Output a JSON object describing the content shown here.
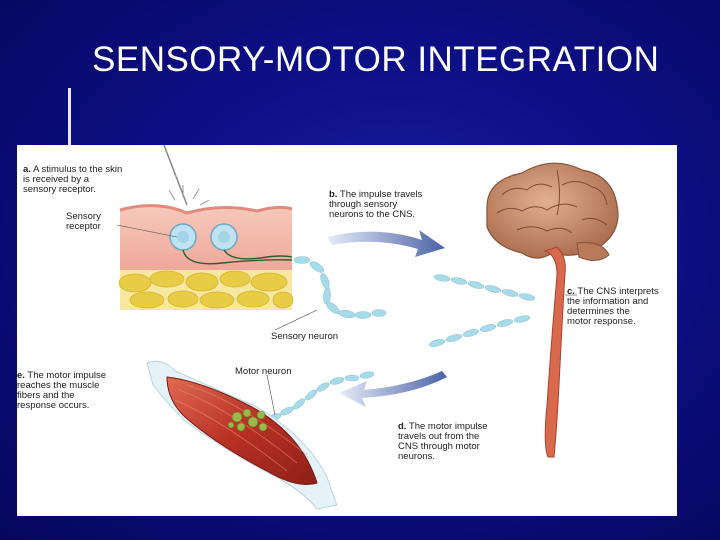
{
  "slide": {
    "title": "SENSORY-MOTOR INTEGRATION"
  },
  "diagram": {
    "step_a": {
      "letter": "a.",
      "text": "A stimulus to the skin\nis received by a\nsensory receptor."
    },
    "sensory_receptor_label": "Sensory\nreceptor",
    "step_b": {
      "letter": "b.",
      "text": "The impulse travels\nthrough sensory\nneurons to the CNS."
    },
    "step_c": {
      "letter": "c.",
      "text": "The CNS interprets\nthe information and\ndetermines the\nmotor response."
    },
    "sensory_neuron_label": "Sensory neuron",
    "motor_neuron_label": "Motor neuron",
    "step_d": {
      "letter": "d.",
      "text": "The motor impulse\ntravels out from the\nCNS through motor\nneurons."
    },
    "step_e": {
      "letter": "e.",
      "text": "The motor impulse\nreaches the muscle\nfibers and the\nresponse occurs."
    }
  },
  "colors": {
    "background": "#0d0f86",
    "title": "#ffffff",
    "arrow": "#5a6fb0",
    "skin": "#f2b6a8",
    "fat": "#e9d25a",
    "muscle": "#c0392b",
    "brain": "#c98a6a",
    "spinal_cord": "#d96b4e",
    "neuron": "#9fd8e8"
  }
}
